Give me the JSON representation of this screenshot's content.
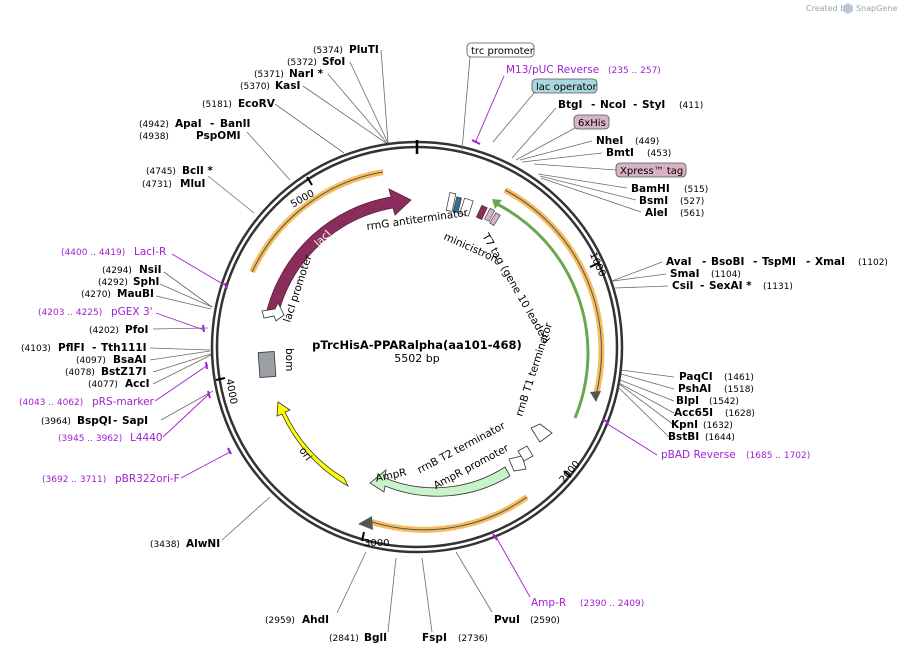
{
  "branding": {
    "created_by": "Created by",
    "app": "SnapGene"
  },
  "plasmid": {
    "name": "pTrcHisA-PPARalpha(aa101-468)",
    "length": "5502 bp"
  },
  "ticks": [
    "1000",
    "2000",
    "3000",
    "4000",
    "5000"
  ],
  "enzymes": [
    {
      "name": "PluTI",
      "pos": "(5374)"
    },
    {
      "name": "SfoI",
      "pos": "(5372)"
    },
    {
      "name": "NarI *",
      "pos": "(5371)"
    },
    {
      "name": "KasI",
      "pos": "(5370)"
    },
    {
      "name": "EcoRV",
      "pos": "(5181)"
    },
    {
      "name": "ApaI",
      "pos": "(4942)"
    },
    {
      "name": "BanII",
      "pos": ""
    },
    {
      "name": "PspOMI",
      "pos": "(4938)"
    },
    {
      "name": "BclI *",
      "pos": "(4745)"
    },
    {
      "name": "MluI",
      "pos": "(4731)"
    },
    {
      "name": "NsiI",
      "pos": "(4294)"
    },
    {
      "name": "SphI",
      "pos": "(4292)"
    },
    {
      "name": "MauBI",
      "pos": "(4270)"
    },
    {
      "name": "PfoI",
      "pos": "(4202)"
    },
    {
      "name": "PflFI",
      "pos": "(4103)"
    },
    {
      "name": "Tth111I",
      "pos": ""
    },
    {
      "name": "BsaAI",
      "pos": "(4097)"
    },
    {
      "name": "BstZ17I",
      "pos": "(4078)"
    },
    {
      "name": "AccI",
      "pos": "(4077)"
    },
    {
      "name": "BspQI",
      "pos": "(3964)"
    },
    {
      "name": "SapI",
      "pos": ""
    },
    {
      "name": "AlwNI",
      "pos": "(3438)"
    },
    {
      "name": "AhdI",
      "pos": "(2959)"
    },
    {
      "name": "BglI",
      "pos": "(2841)"
    },
    {
      "name": "FspI",
      "pos": "(2736)"
    },
    {
      "name": "PvuI",
      "pos": "(2590)"
    },
    {
      "name": "BstBI",
      "pos": "(1644)"
    },
    {
      "name": "KpnI",
      "pos": "(1632)"
    },
    {
      "name": "Acc65I",
      "pos": "(1628)"
    },
    {
      "name": "BlpI",
      "pos": "(1542)"
    },
    {
      "name": "PshAI",
      "pos": "(1518)"
    },
    {
      "name": "PaqCI",
      "pos": "(1461)"
    },
    {
      "name": "CsiI",
      "pos": ""
    },
    {
      "name": "SexAI *",
      "pos": "(1131)"
    },
    {
      "name": "SmaI",
      "pos": "(1104)"
    },
    {
      "name": "AvaI",
      "pos": ""
    },
    {
      "name": "BsoBI",
      "pos": ""
    },
    {
      "name": "TspMI",
      "pos": ""
    },
    {
      "name": "XmaI",
      "pos": "(1102)"
    },
    {
      "name": "AleI",
      "pos": "(561)"
    },
    {
      "name": "BsmI",
      "pos": "(527)"
    },
    {
      "name": "BamHI",
      "pos": "(515)"
    },
    {
      "name": "BmtI",
      "pos": "(453)"
    },
    {
      "name": "NheI",
      "pos": "(449)"
    },
    {
      "name": "BtgI",
      "pos": ""
    },
    {
      "name": "NcoI",
      "pos": ""
    },
    {
      "name": "StyI",
      "pos": "(411)"
    }
  ],
  "primers": [
    {
      "name": "M13/pUC Reverse",
      "range": "(235 .. 257)"
    },
    {
      "name": "LacI-R",
      "range": "(4400 .. 4419)"
    },
    {
      "name": "pGEX 3'",
      "range": "(4203 .. 4225)"
    },
    {
      "name": "pRS-marker",
      "range": "(4043 .. 4062)"
    },
    {
      "name": "L4440",
      "range": "(3945 .. 3962)"
    },
    {
      "name": "pBR322ori-F",
      "range": "(3692 .. 3711)"
    },
    {
      "name": "pBAD Reverse",
      "range": "(1685 .. 1702)"
    },
    {
      "name": "Amp-R",
      "range": "(2390 .. 2409)"
    }
  ],
  "boxed_features": [
    {
      "name": "trc promoter",
      "color": "#ffffff"
    },
    {
      "name": "lac operator",
      "color": "#a9d6df"
    },
    {
      "name": "6xHis",
      "color": "#d8b3c4"
    },
    {
      "name": "Xpress™ tag",
      "color": "#d8b3c4"
    }
  ],
  "features": [
    {
      "name": "lacI",
      "color": "#8b2d5c"
    },
    {
      "name": "lacI promoter",
      "color": "#ffffff"
    },
    {
      "name": "rrnG antiterminator",
      "color": "#000000"
    },
    {
      "name": "minicistron",
      "color": "#000000"
    },
    {
      "name": "T7 tag (gene 10 leader)",
      "color": "#000000"
    },
    {
      "name": "rrnB T1 terminator",
      "color": "#000000"
    },
    {
      "name": "rrnB T2 terminator",
      "color": "#000000"
    },
    {
      "name": "AmpR promoter",
      "color": "#000000"
    },
    {
      "name": "AmpR",
      "color": "#c8f2c8"
    },
    {
      "name": "ori",
      "color": "#ffff00"
    },
    {
      "name": "bom",
      "color": "#9aa0a6"
    }
  ],
  "colors": {
    "backbone": "#333333",
    "primer": "#a020d0",
    "orf_halo": "#f5b041",
    "insert": "#6aa84f"
  }
}
